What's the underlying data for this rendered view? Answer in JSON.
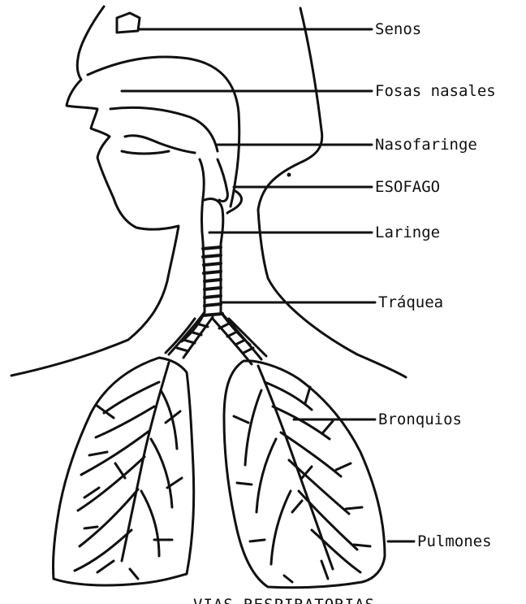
{
  "diagram": {
    "labels": {
      "senos": "Senos",
      "fosas_nasales": "Fosas nasales",
      "nasofaringe": "Nasofaringe",
      "esofago": "ESOFAGO",
      "laringe": "Laringe",
      "traquea": "Tráquea",
      "bronquios": "Bronquios",
      "pulmones": "Pulmones"
    },
    "caption": "VIAS RESPIRATORIAS",
    "ink_color": "#111111",
    "background_color": "#ffffff"
  }
}
